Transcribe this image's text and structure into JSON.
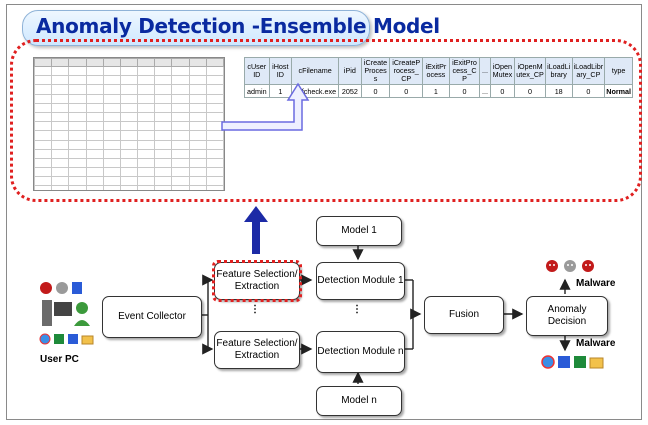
{
  "title": "Anomaly Detection -Ensemble Model",
  "feature_table": {
    "headers": [
      "cUser ID",
      "iHost ID",
      "cFilename",
      "iPid",
      "iCreateProcess",
      "iCreateProcess_CP",
      "iExitProcess",
      "iExitProcess_CP",
      "...",
      "iOpenMutex",
      "iOpenMutex_CP",
      "iLoadLibrary",
      "iLoadLibrary_CP",
      "type"
    ],
    "row": [
      "admin",
      "1",
      "gfifcheck.exe",
      "2052",
      "0",
      "0",
      "1",
      "0",
      "...",
      "0",
      "0",
      "18",
      "0",
      "Normal"
    ]
  },
  "nodes": {
    "user_pc": "User PC",
    "event_collector": "Event Collector",
    "feature_selection_1": "Feature Selection/ Extraction",
    "feature_selection_n": "Feature Selection/ Extraction",
    "model_1": "Model 1",
    "model_n": "Model n",
    "detection_1": "Detection Module 1",
    "detection_n": "Detection Module n",
    "fusion": "Fusion",
    "anomaly_decision": "Anomaly Decision",
    "malware_top": "Malware",
    "malware_bottom": "Malware"
  },
  "ellipsis": "⋮"
}
